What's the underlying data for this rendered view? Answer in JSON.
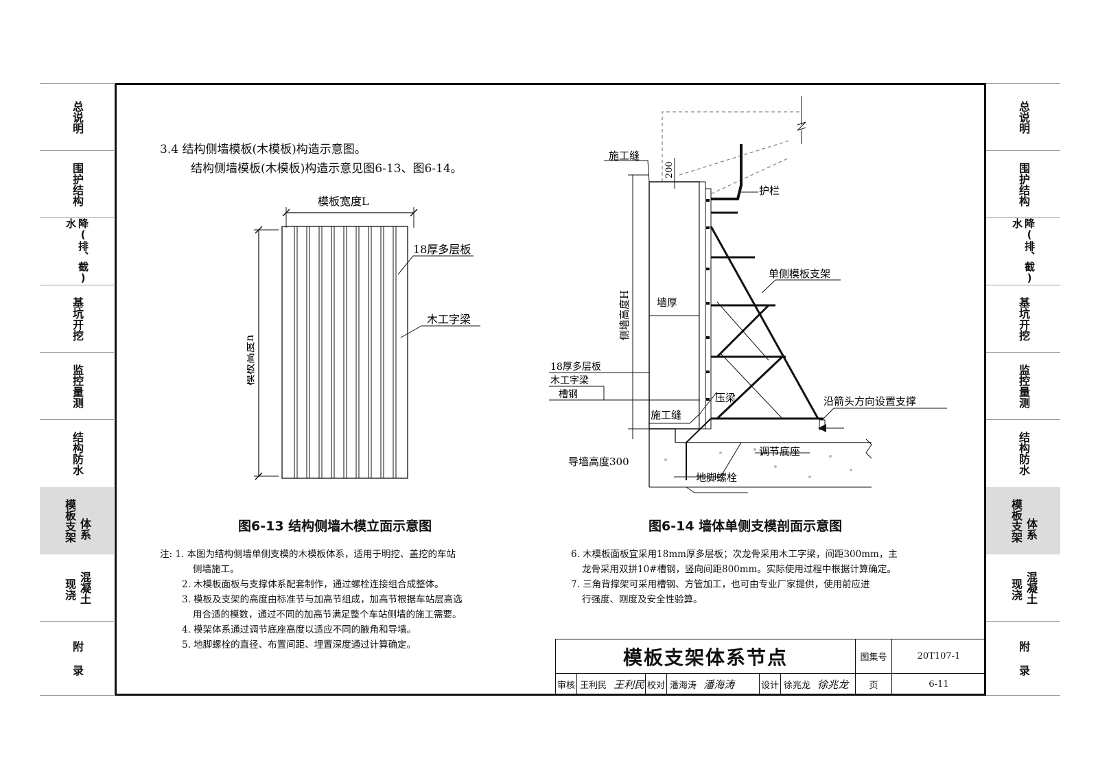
{
  "side_tabs": [
    {
      "id": "zongshuoming",
      "lines": [
        "总说明"
      ]
    },
    {
      "id": "weihu",
      "lines": [
        "围护结构"
      ]
    },
    {
      "id": "jiangshui",
      "lines": [
        "降(排、截)水"
      ]
    },
    {
      "id": "jikeng",
      "lines": [
        "基坑开挖"
      ]
    },
    {
      "id": "jiankong",
      "lines": [
        "监控量测"
      ]
    },
    {
      "id": "fangshui",
      "lines": [
        "结构防水"
      ]
    },
    {
      "id": "moban",
      "lines": [
        "体系",
        "模板支架"
      ],
      "active": true
    },
    {
      "id": "hunningtu",
      "lines": [
        "混凝土",
        "现浇"
      ]
    },
    {
      "id": "fulu",
      "lines": [
        "附 录"
      ]
    }
  ],
  "section": {
    "heading": "3.4 结构侧墙模板(木模板)构造示意图。",
    "subline": "结构侧墙模板(木模板)构造示意见图6-13、图6-14。"
  },
  "fig13": {
    "width_label": "模板宽度L",
    "height_label": "模板高度h",
    "label_plywood": "18厚多层板",
    "label_beam": "木工字梁",
    "caption": "图6-13 结构侧墙木模立面示意图"
  },
  "fig14": {
    "label_joint_top": "施工缝",
    "label_200": "200",
    "label_guardrail": "护栏",
    "label_support": "单侧模板支架",
    "label_height": "侧墙高度H",
    "label_thickness": "墙厚",
    "label_plywood": "18厚多层板",
    "label_beam": "木工字梁",
    "label_channel": "槽钢",
    "label_pressbeam": "压梁",
    "label_joint_bottom": "施工缝",
    "label_brace": "沿箭头方向设置支撑",
    "label_guidewall": "导墙高度300",
    "label_base": "调节底座",
    "label_bolt": "地脚螺栓",
    "caption": "图6-14 墙体单侧支模剖面示意图"
  },
  "notes_left": [
    "注: 1. 本图为结构侧墙单侧支模的木模板体系，适用于明挖、盖挖的车站",
    "侧墙施工。",
    "2. 木模板面板与支撑体系配套制作，通过螺栓连接组合成整体。",
    "3. 模板及支架的高度由标准节与加高节组成，加高节根据车站层高选",
    "用合适的模数，通过不同的加高节满足整个车站侧墙的施工需要。",
    "4. 模架体系通过调节底座高度以适应不同的腋角和导墙。",
    "5. 地脚螺栓的直径、布置间距、埋置深度通过计算确定。"
  ],
  "notes_right": [
    "6. 木模板面板宜采用18mm厚多层板；次龙骨采用木工字梁，间距300mm，主",
    "龙骨采用双拼10#槽钢，竖向间距800mm。实际使用过程中根据计算确定。",
    "7. 三角背撑架可采用槽钢、方管加工，也可由专业厂家提供，使用前应进",
    "行强度、刚度及安全性验算。"
  ],
  "title_block": {
    "title": "模板支架体系节点",
    "atlas_label": "图集号",
    "atlas_no": "20T107-1",
    "review_label": "审核",
    "reviewer": "王利民",
    "reviewer_sig": "王利民",
    "check_label": "校对",
    "checker": "潘海涛",
    "checker_sig": "潘海涛",
    "design_label": "设计",
    "designer": "徐兆龙",
    "designer_sig": "徐兆龙",
    "page_label": "页",
    "page_no": "6-11"
  }
}
